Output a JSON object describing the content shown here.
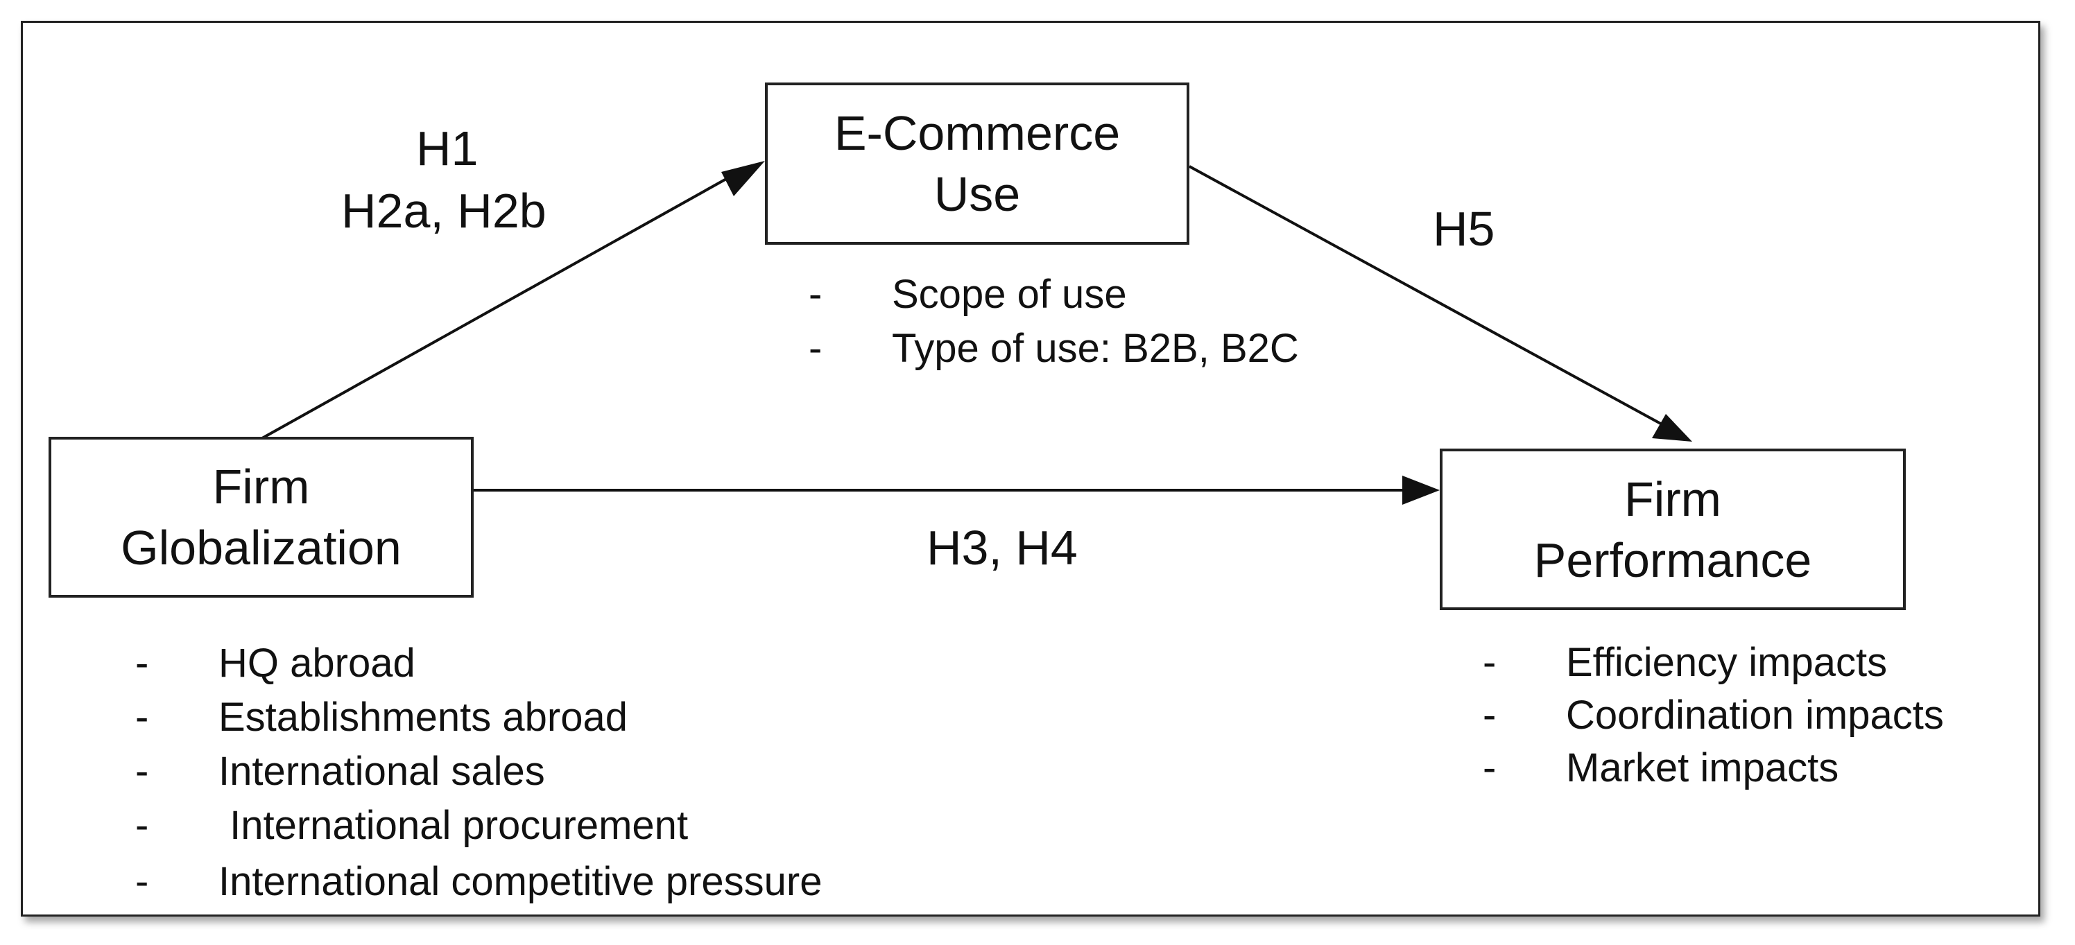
{
  "nodes": {
    "ecommerce": {
      "line1": "E-Commerce",
      "line2": "Use"
    },
    "globalization": {
      "line1": "Firm",
      "line2": "Globalization"
    },
    "performance": {
      "line1": "Firm",
      "line2": "Performance"
    }
  },
  "hypotheses": {
    "globalization_to_ecommerce": {
      "line1": "H1",
      "line2": "H2a, H2b"
    },
    "globalization_to_performance": "H3, H4",
    "ecommerce_to_performance": "H5"
  },
  "lists": {
    "ecommerce": [
      {
        "dash": "-",
        "text": "Scope of use"
      },
      {
        "dash": "-",
        "text": "Type of use: B2B, B2C"
      }
    ],
    "globalization": [
      {
        "dash": "-",
        "text": "HQ abroad"
      },
      {
        "dash": "-",
        "text": "Establishments abroad"
      },
      {
        "dash": "-",
        "text": "International sales"
      },
      {
        "dash": "-",
        "text": " International procurement"
      },
      {
        "dash": "-",
        "text": "International competitive pressure"
      }
    ],
    "performance": [
      {
        "dash": "-",
        "text": "Efficiency impacts"
      },
      {
        "dash": "-",
        "text": "Coordination impacts"
      },
      {
        "dash": "-",
        "text": "Market impacts"
      }
    ]
  }
}
